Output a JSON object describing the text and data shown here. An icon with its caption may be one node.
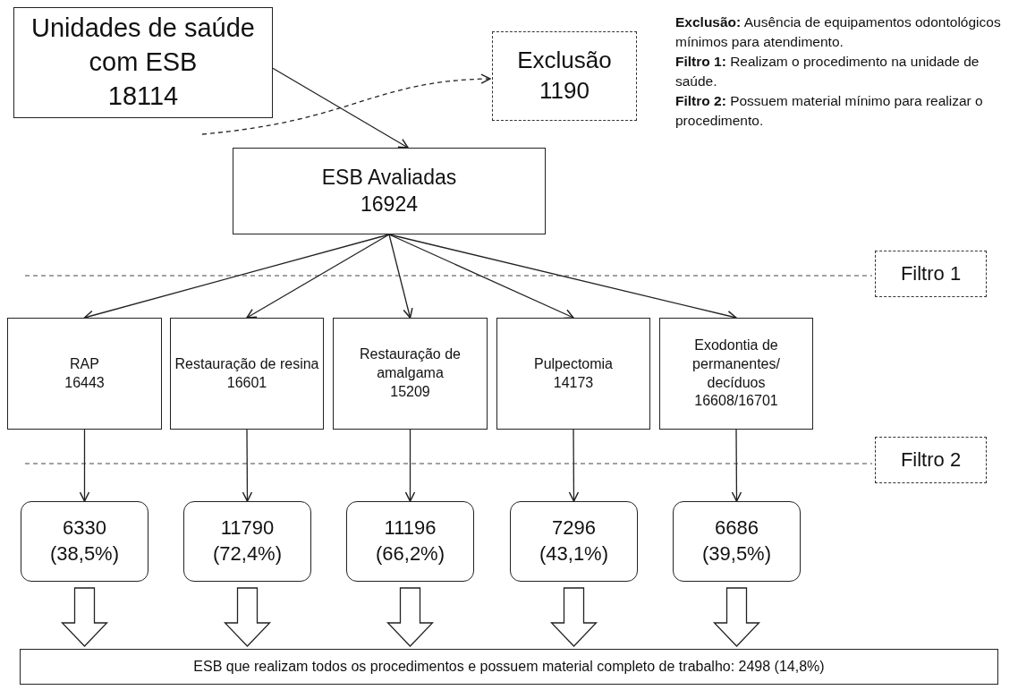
{
  "diagram": {
    "nodes": [
      {
        "text": [
          "Unidades de saúde com ESB",
          "18114"
        ]
      },
      {
        "text": [
          "Exclusão",
          "1190"
        ]
      },
      {
        "text": [
          "ESB Avaliadas",
          "16924"
        ]
      },
      {
        "text": [
          "Filtro 1"
        ]
      },
      {
        "text": [
          "RAP",
          "16443"
        ]
      },
      {
        "text": [
          "Restauração de resina",
          "16601"
        ]
      },
      {
        "text": [
          "Restauração de amalgama",
          "15209"
        ]
      },
      {
        "text": [
          "Pulpectomia",
          "14173"
        ]
      },
      {
        "text": [
          "Exodontia de permanentes/ decíduos",
          "16608/16701"
        ]
      },
      {
        "text": [
          "Filtro 2"
        ]
      },
      {
        "text": [
          "6330",
          "(38,5%)"
        ]
      },
      {
        "text": [
          "11790",
          "(72,4%)"
        ]
      },
      {
        "text": [
          "11196",
          "(66,2%)"
        ]
      },
      {
        "text": [
          "7296",
          "(43,1%)"
        ]
      },
      {
        "text": [
          "6686",
          "(39,5%)"
        ]
      },
      {
        "text": [
          "ESB  que realizam todos os procedimentos e possuem material completo de trabalho: 2498  (14,8%)"
        ]
      }
    ],
    "edges": [
      {
        "from": 0,
        "to": 2,
        "arrow": "to"
      },
      {
        "from": null,
        "to": 1,
        "arrow": "to",
        "style": "dashed"
      },
      {
        "from": 2,
        "to": 4,
        "arrow": "to"
      },
      {
        "from": 2,
        "to": 5,
        "arrow": "to"
      },
      {
        "from": 2,
        "to": 6,
        "arrow": "to"
      },
      {
        "from": 2,
        "to": 7,
        "arrow": "to"
      },
      {
        "from": 2,
        "to": 8,
        "arrow": "to"
      },
      {
        "from": 4,
        "to": 10,
        "arrow": "to"
      },
      {
        "from": 5,
        "to": 11,
        "arrow": "to"
      },
      {
        "from": 6,
        "to": 12,
        "arrow": "to"
      },
      {
        "from": 7,
        "to": 13,
        "arrow": "to"
      },
      {
        "from": 8,
        "to": 14,
        "arrow": "to"
      },
      {
        "from": 10,
        "to": 15,
        "arrow": "to",
        "style": "thick"
      },
      {
        "from": 11,
        "to": 15,
        "arrow": "to",
        "style": "thick"
      },
      {
        "from": 12,
        "to": 15,
        "arrow": "to",
        "style": "thick"
      },
      {
        "from": 13,
        "to": 15,
        "arrow": "to",
        "style": "thick"
      },
      {
        "from": 14,
        "to": 15,
        "arrow": "to",
        "style": "thick"
      }
    ],
    "labels": [
      "**Exclusão:** Ausência de equipamentos odontológicos mínimos para atendimento.",
      "**Filtro 1:** Realizam o procedimento na unidade de saúde.",
      "**Filtro 2:** Possuem material mínimo para realizar o procedimento."
    ]
  }
}
